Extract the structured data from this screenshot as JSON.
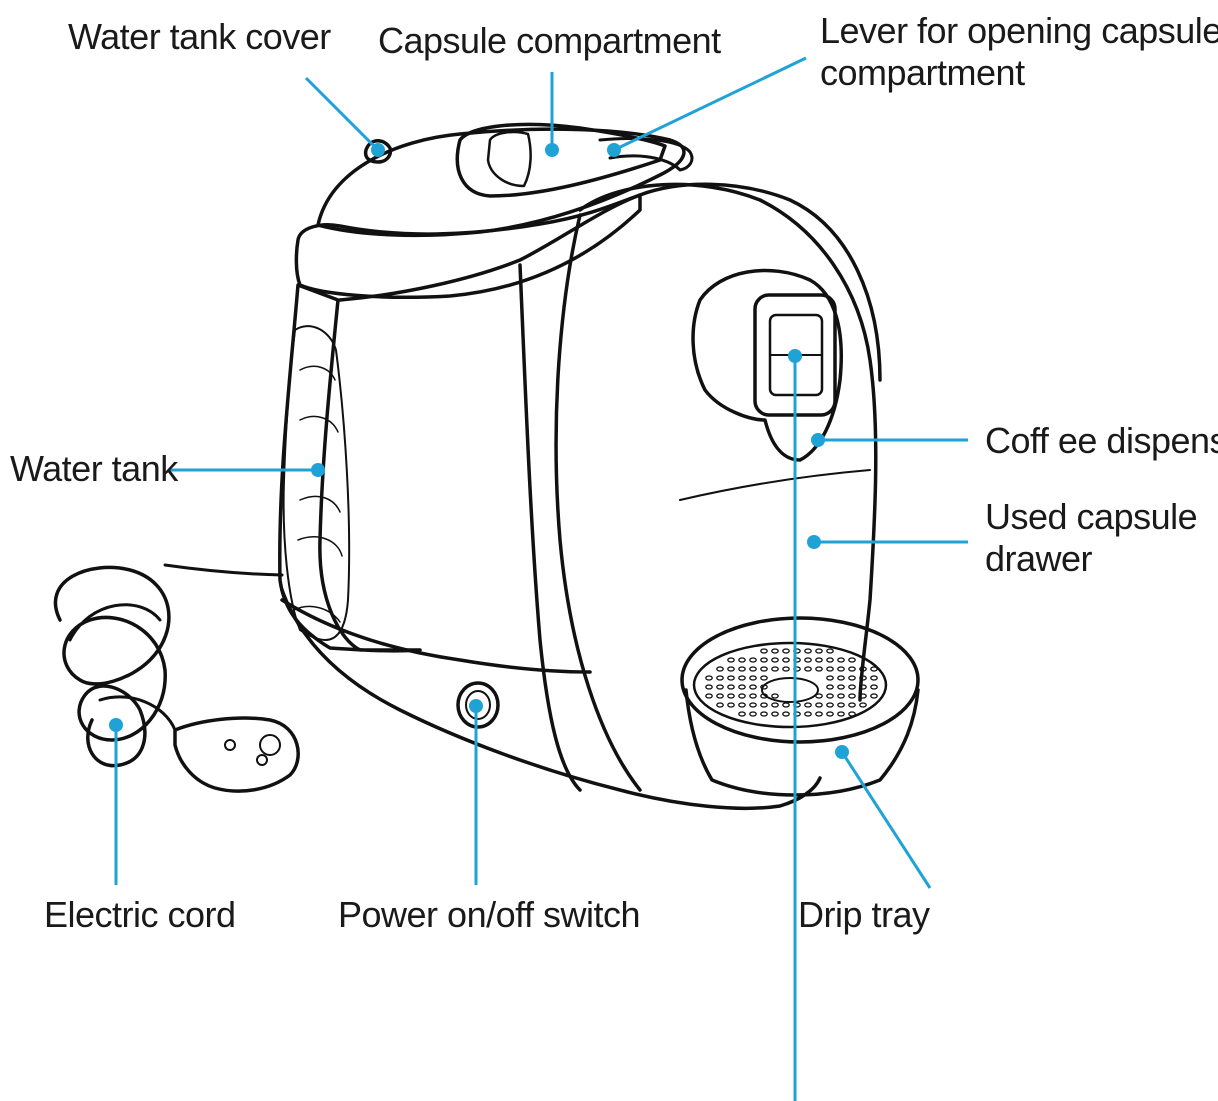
{
  "diagram": {
    "colors": {
      "line": "#1fa3d6",
      "outline": "#111111",
      "text": "#1a1a1a"
    },
    "labels": {
      "water_tank_cover": "Water tank cover",
      "capsule_compartment": "Capsule compartment",
      "lever_line1": "Lever for opening capsule",
      "lever_line2": "compartment",
      "coffee_dispenser": "Coff ee dispenser",
      "used_capsule_line1": "Used capsule",
      "used_capsule_line2": "drawer",
      "water_tank": "Water tank",
      "electric_cord": "Electric cord",
      "power_switch": "Power on/off  switch",
      "drip_tray": "Drip tray"
    }
  }
}
